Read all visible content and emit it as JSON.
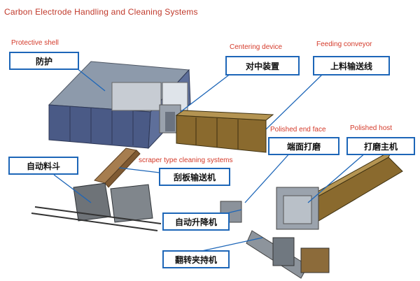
{
  "title": "Carbon Electrode Handling and Cleaning Systems",
  "labels": {
    "protective_shell_en": "Protective shell",
    "protective_shell_cn": "防护",
    "centering_device_en": "Centering device",
    "centering_device_cn": "对中装置",
    "feeding_conveyor_en": "Feeding conveyor",
    "feeding_conveyor_cn": "上料输送线",
    "polished_end_face_en": "Polished end face",
    "polished_end_face_cn": "端面打磨",
    "polished_host_en": "Polished host",
    "polished_host_cn": "打磨主机",
    "auto_hopper_cn": "自动料斗",
    "scraper_en": "scraper type cleaning systems",
    "scraper_cn": "刮板输送机",
    "auto_lift_cn": "自动升降机",
    "flip_clamp_cn": "翻转夹持机"
  }
}
